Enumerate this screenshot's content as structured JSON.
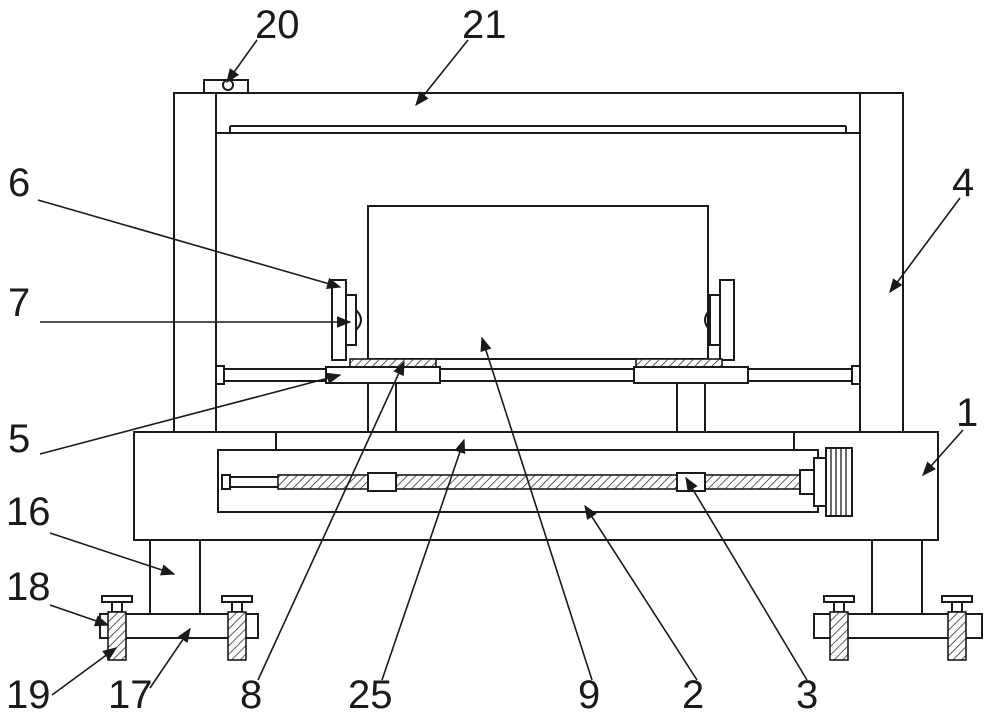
{
  "figure": {
    "labels": [
      {
        "id": "n20",
        "text": "20"
      },
      {
        "id": "n21",
        "text": "21"
      },
      {
        "id": "n6",
        "text": "6"
      },
      {
        "id": "n4",
        "text": "4"
      },
      {
        "id": "n7",
        "text": "7"
      },
      {
        "id": "n5",
        "text": "5"
      },
      {
        "id": "n1",
        "text": "1"
      },
      {
        "id": "n16",
        "text": "16"
      },
      {
        "id": "n18",
        "text": "18"
      },
      {
        "id": "n19",
        "text": "19"
      },
      {
        "id": "n17",
        "text": "17"
      },
      {
        "id": "n8",
        "text": "8"
      },
      {
        "id": "n25",
        "text": "25"
      },
      {
        "id": "n9",
        "text": "9"
      },
      {
        "id": "n2",
        "text": "2"
      },
      {
        "id": "n3",
        "text": "3"
      }
    ]
  }
}
